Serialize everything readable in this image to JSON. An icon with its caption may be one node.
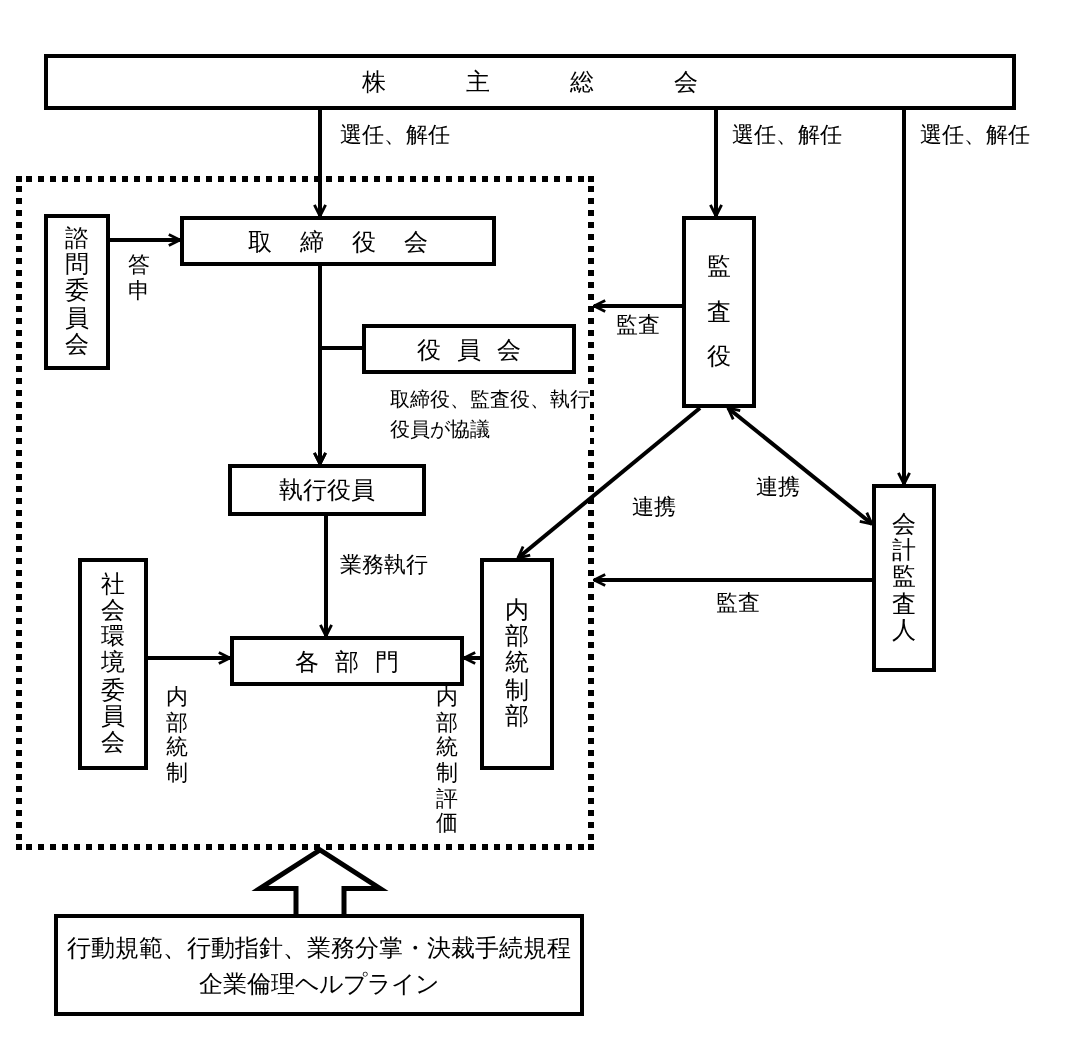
{
  "diagram": {
    "nodes": [
      {
        "text": [
          "株主総会"
        ]
      },
      {
        "text": [],
        "shape": "box"
      },
      {
        "text": [
          "諮問委員会"
        ],
        "in": 1
      },
      {
        "text": [
          "取締役会"
        ],
        "in": 1
      },
      {
        "text": [
          "役員会"
        ],
        "in": 1,
        "beside": [
          "取締役、監査役、執行役員が協議"
        ]
      },
      {
        "text": [
          "執行役員"
        ],
        "in": 1
      },
      {
        "text": [
          "社会環境委員会"
        ],
        "in": 1
      },
      {
        "text": [
          "各部門"
        ],
        "in": 1
      },
      {
        "text": [
          "内部統制部"
        ],
        "in": 1
      },
      {
        "text": [
          "監査役"
        ]
      },
      {
        "text": [
          "会計監査人"
        ]
      },
      {
        "text": [
          "行動規範、行動指針、業務分掌・決裁手続規程",
          "企業倫理ヘルプライン"
        ]
      }
    ],
    "edges": [
      {
        "from": 0,
        "to": 3,
        "arrow": "to",
        "label": "選任、解任"
      },
      {
        "from": 0,
        "to": 9,
        "arrow": "to",
        "label": "選任、解任"
      },
      {
        "from": 0,
        "to": 10,
        "arrow": "to",
        "label": "選任、解任"
      },
      {
        "from": 2,
        "to": 3,
        "arrow": "to",
        "label": "答申"
      },
      {
        "from": 3,
        "to": 5,
        "arrow": "to"
      },
      {
        "from": 4,
        "to": 5,
        "arrow": "to"
      },
      {
        "from": 5,
        "to": 7,
        "arrow": "to",
        "label": "業務執行"
      },
      {
        "from": 6,
        "to": 7,
        "arrow": "to",
        "label": "内部統制"
      },
      {
        "from": 8,
        "to": 7,
        "arrow": "to",
        "label": "内部統制評価"
      },
      {
        "from": 9,
        "to": 1,
        "arrow": "to",
        "label": "監査"
      },
      {
        "from": 9,
        "to": 8,
        "arrow": "to",
        "label": "連携"
      },
      {
        "from": 10,
        "to": 9,
        "arrow": "both",
        "label": "連携"
      },
      {
        "from": 10,
        "to": 1,
        "arrow": "to",
        "label": "監査"
      },
      {
        "from": 11,
        "to": 1,
        "arrow": "to",
        "style": "thick"
      }
    ]
  }
}
